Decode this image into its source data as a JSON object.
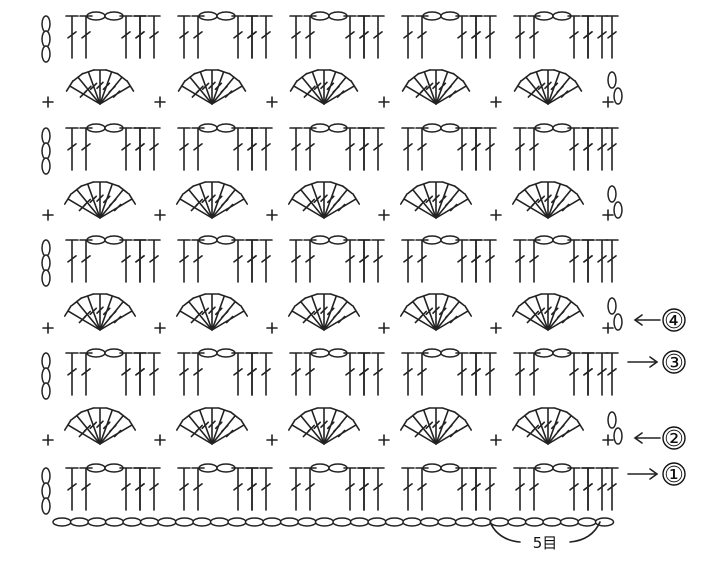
{
  "diagram": {
    "row_markers": [
      {
        "label": "④"
      },
      {
        "label": "③"
      },
      {
        "label": "②"
      },
      {
        "label": "①"
      }
    ],
    "repeat_label": "5目",
    "colors": {
      "ink": "#222222",
      "background": "#ffffff"
    }
  }
}
